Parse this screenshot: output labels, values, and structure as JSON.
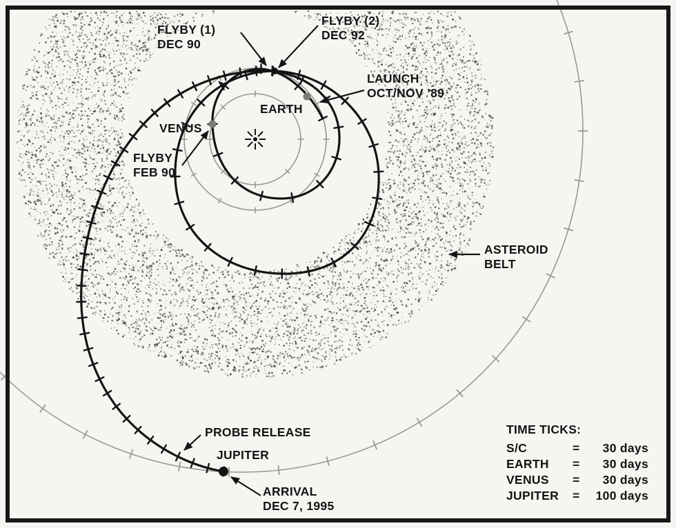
{
  "colors": {
    "background": "#f6f5f2",
    "frame": "#181818",
    "trajectory": "#141414",
    "orbit_gray": "#9a9894",
    "belt_dot": "#45423e",
    "text": "#141414"
  },
  "annotations": {
    "flyby1_line1": "FLYBY (1)",
    "flyby1_line2": "DEC 90",
    "flyby2_line1": "FLYBY (2)",
    "flyby2_line2": "DEC 92",
    "launch_line1": "LAUNCH",
    "launch_line2": "OCT/NOV ’89",
    "earth": "EARTH",
    "venus": "VENUS",
    "venus_flyby_line1": "FLYBY",
    "venus_flyby_line2": "FEB 90",
    "asteroid_line1": "ASTEROID",
    "asteroid_line2": "BELT",
    "probe_release": "PROBE RELEASE",
    "jupiter": "JUPITER",
    "arrival_line1": "ARRIVAL",
    "arrival_line2": "DEC 7, 1995"
  },
  "legend": {
    "title": "TIME TICKS:",
    "rows": [
      {
        "name": "S/C",
        "eq": "=",
        "value": "30 days"
      },
      {
        "name": "EARTH",
        "eq": "=",
        "value": "30 days"
      },
      {
        "name": "VENUS",
        "eq": "=",
        "value": "30 days"
      },
      {
        "name": "JUPITER",
        "eq": "=",
        "value": "100 days"
      }
    ]
  }
}
